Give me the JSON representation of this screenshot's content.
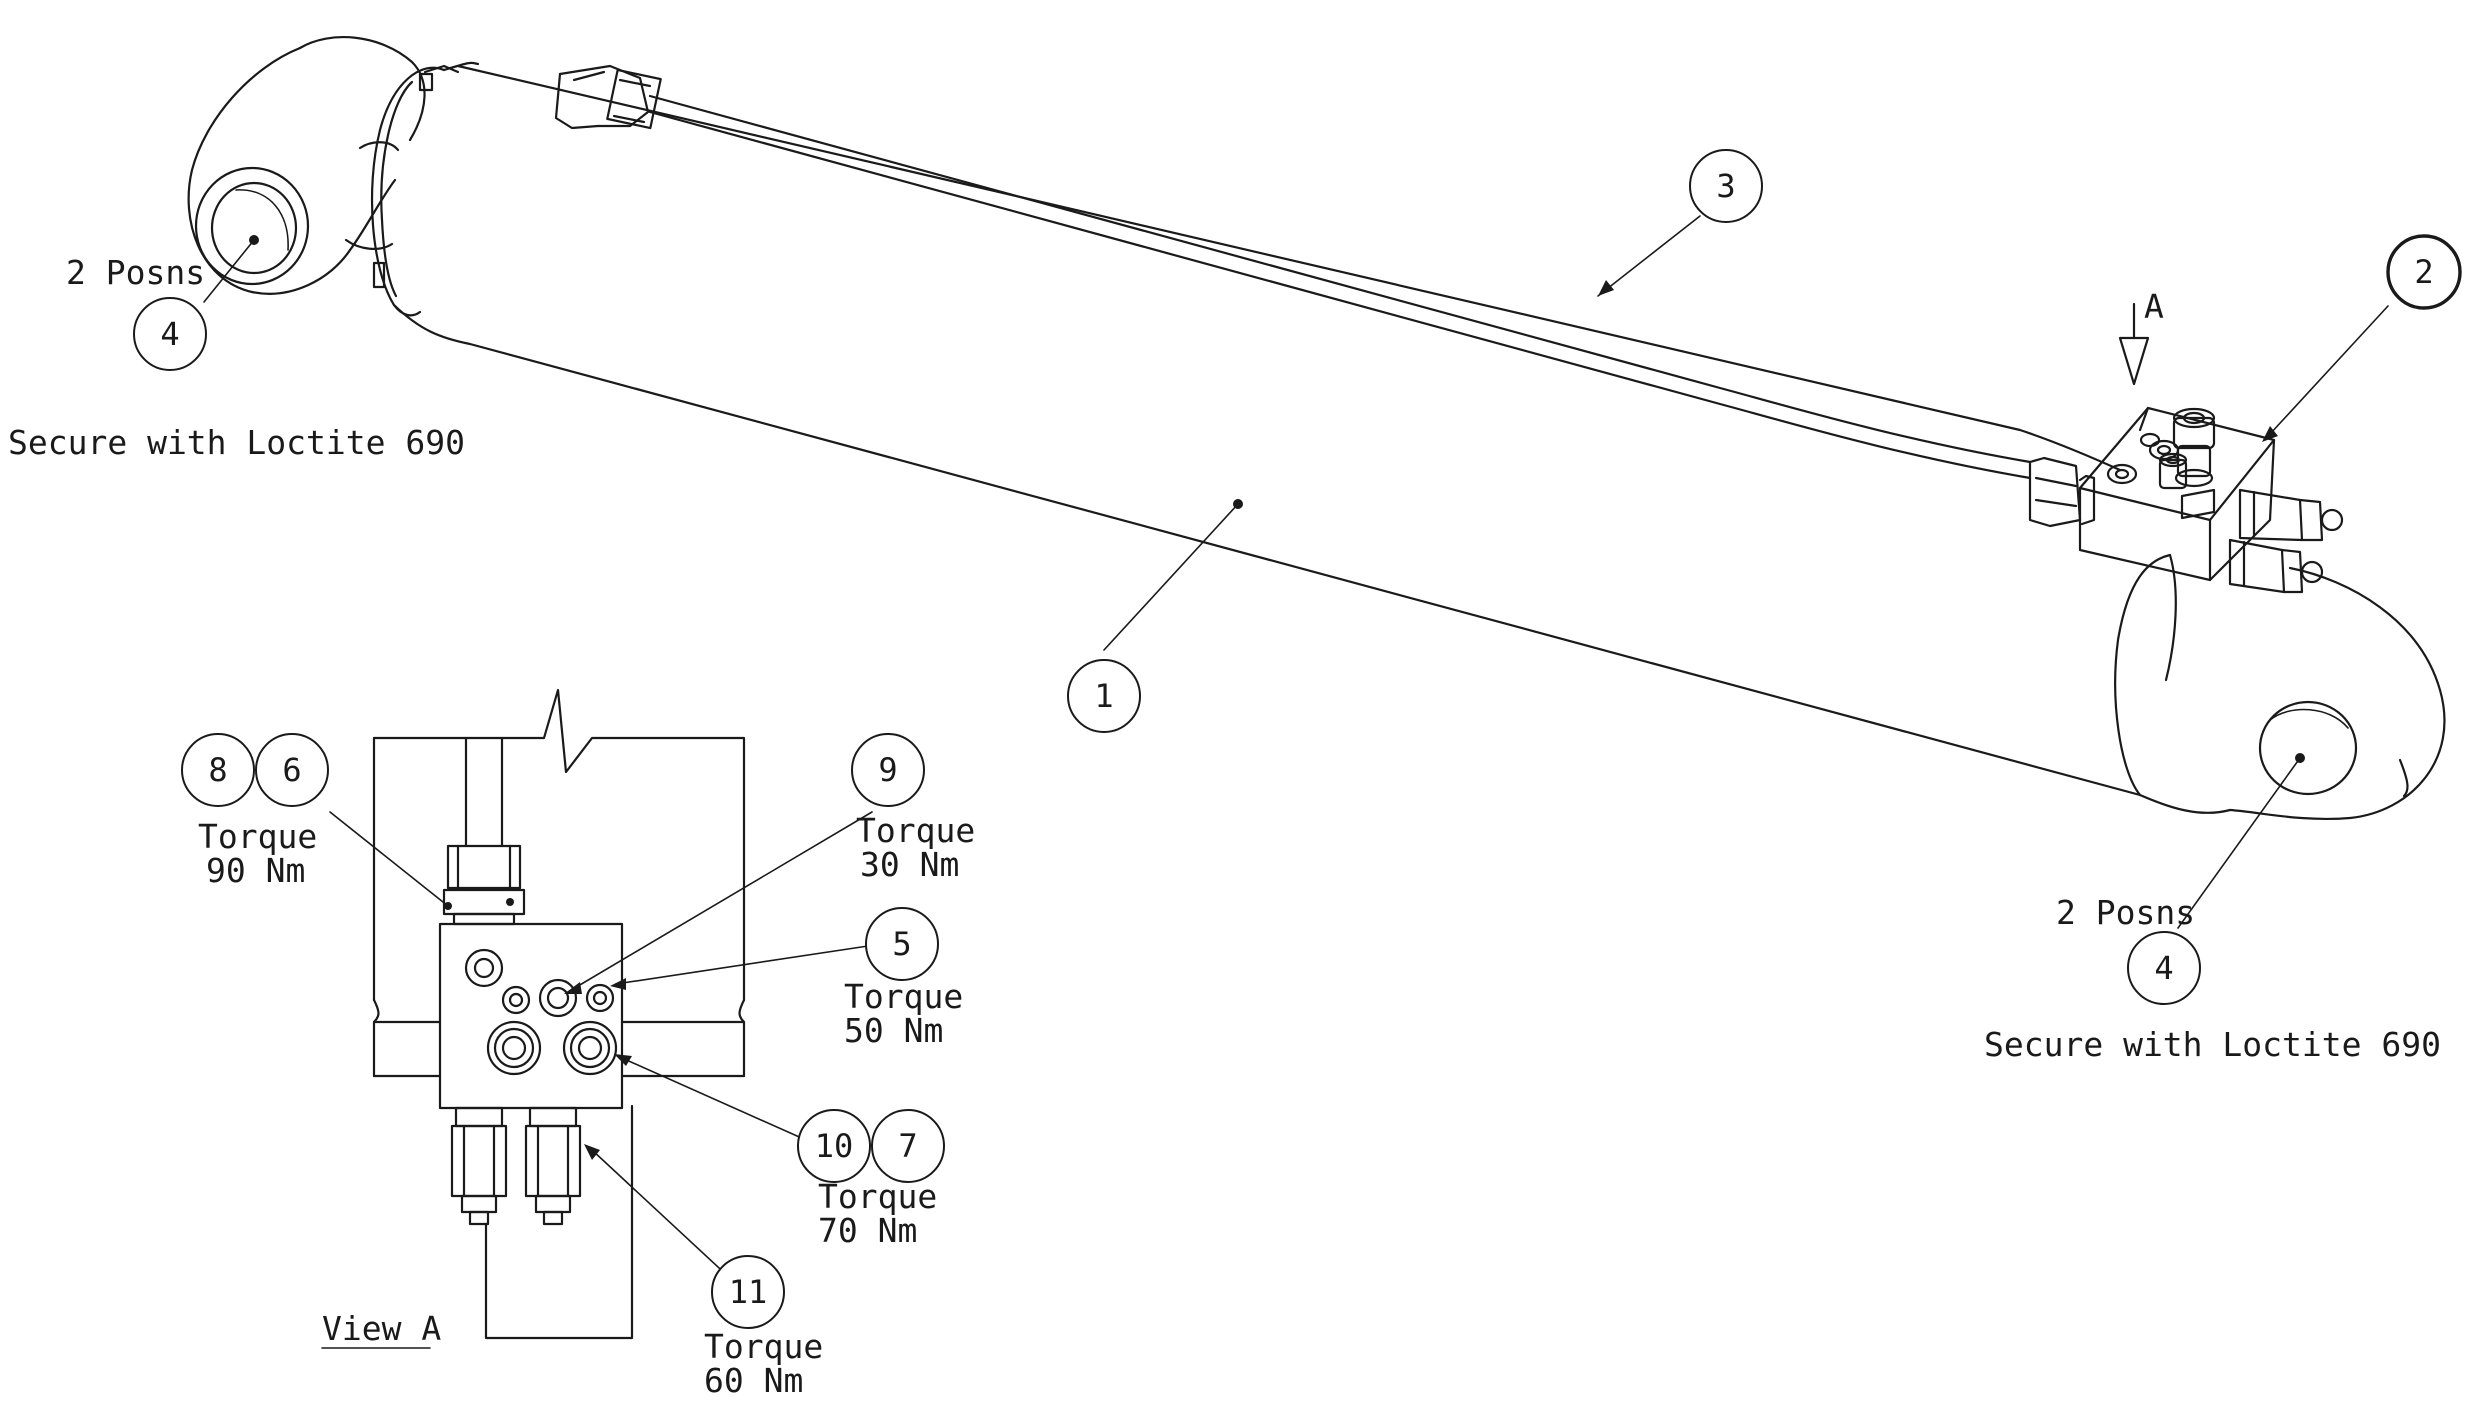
{
  "callouts": {
    "c1": {
      "num": "1"
    },
    "c2": {
      "num": "2"
    },
    "c3": {
      "num": "3"
    },
    "c4_left": {
      "num": "4"
    },
    "c4_right": {
      "num": "4"
    },
    "c5": {
      "num": "5"
    },
    "c6": {
      "num": "6"
    },
    "c7": {
      "num": "7"
    },
    "c8": {
      "num": "8"
    },
    "c9": {
      "num": "9"
    },
    "c10": {
      "num": "10"
    },
    "c11": {
      "num": "11"
    }
  },
  "notes": {
    "left_posns": "2 Posns",
    "left_secure": "Secure with Loctite 690",
    "right_posns": "2 Posns",
    "right_secure": "Secure with Loctite 690",
    "torque_word": "Torque",
    "torque_90": "90 Nm",
    "torque_30": "30 Nm",
    "torque_50": "50 Nm",
    "torque_70": "70 Nm",
    "torque_60": "60 Nm",
    "view_arrow_letter": "A",
    "view_label": "View A"
  },
  "colors": {
    "line": "#1a1a1a",
    "background": "#ffffff"
  }
}
